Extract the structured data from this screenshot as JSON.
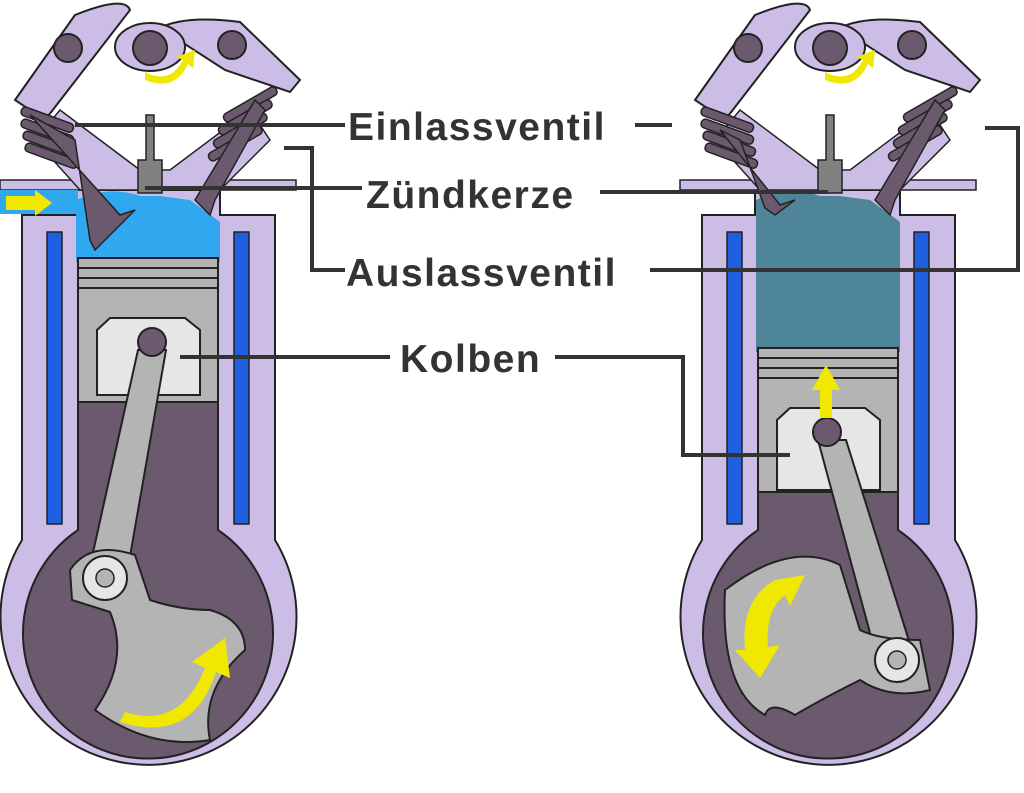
{
  "labels": {
    "intake_valve": "Einlassventil",
    "spark_plug": "Zündkerze",
    "exhaust_valve": "Auslassventil",
    "piston": "Kolben"
  },
  "colors": {
    "housing": "#cbbde6",
    "crankcase": "#6b5a6e",
    "coolant": "#1f5fe0",
    "fresh_charge": "#2fa8f0",
    "compressed_charge": "#4f8598",
    "arrow": "#f0e800",
    "metal": "#b4b4b4",
    "line": "#333333"
  }
}
